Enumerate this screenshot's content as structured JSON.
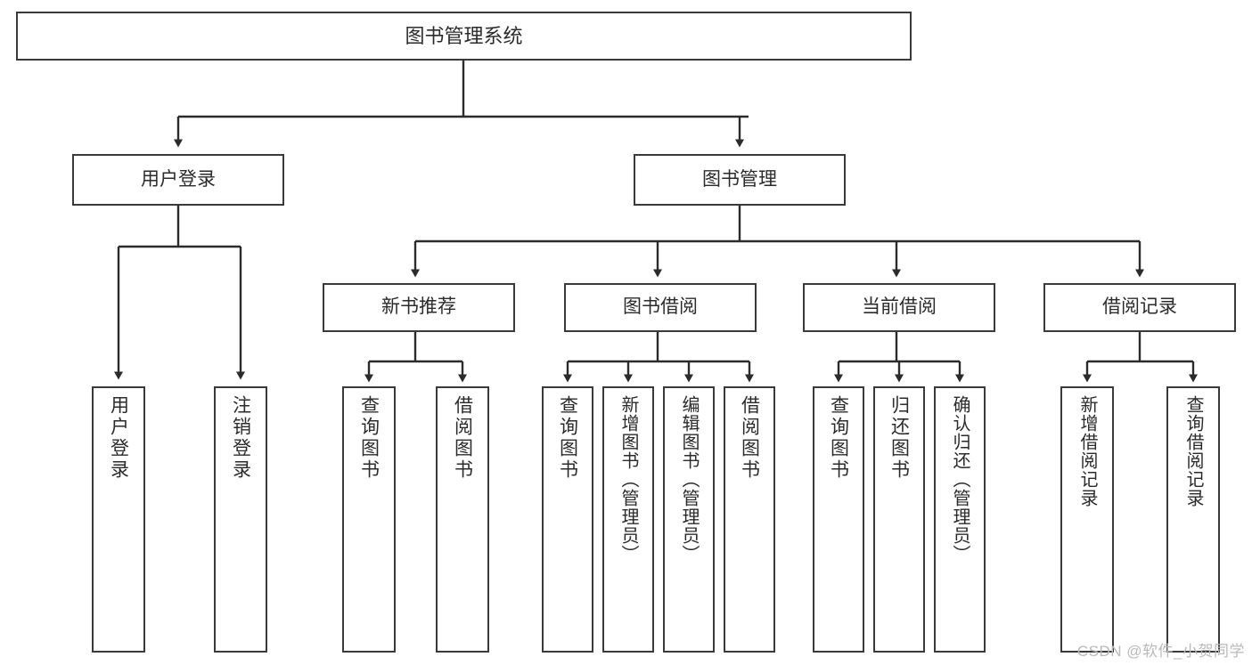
{
  "diagram": {
    "title": "图书管理系统",
    "type": "tree-hierarchy-chart",
    "orientation": "top-down",
    "colors": {
      "box_border": "#3a3a3a",
      "box_fill": "#ffffff",
      "connector": "#2b2b2b",
      "text": "#2b2b2b",
      "watermark": "#b9b9b9",
      "background": "#ffffff"
    }
  },
  "nodes": {
    "root": {
      "label": "图书管理系统"
    },
    "level1": [
      {
        "label": "用户登录"
      },
      {
        "label": "图书管理"
      }
    ],
    "level2": [
      {
        "label": "新书推荐"
      },
      {
        "label": "图书借阅"
      },
      {
        "label": "当前借阅"
      },
      {
        "label": "借阅记录"
      }
    ],
    "leaves": {
      "user_login": [
        {
          "label": "用户登录"
        },
        {
          "label": "注销登录"
        }
      ],
      "new_book_recommend": [
        {
          "label": "查询图书"
        },
        {
          "label": "借阅图书"
        }
      ],
      "book_borrow": [
        {
          "label": "查询图书"
        },
        {
          "label": "新增图书（管理员）"
        },
        {
          "label": "编辑图书（管理员）"
        },
        {
          "label": "借阅图书"
        }
      ],
      "current_borrow": [
        {
          "label": "查询图书"
        },
        {
          "label": "归还图书"
        },
        {
          "label": "确认归还（管理员）"
        }
      ],
      "borrow_record": [
        {
          "label": "新增借阅记录"
        },
        {
          "label": "查询借阅记录"
        }
      ]
    }
  },
  "watermark": {
    "text": "CSDN @软件_小贺同学"
  }
}
